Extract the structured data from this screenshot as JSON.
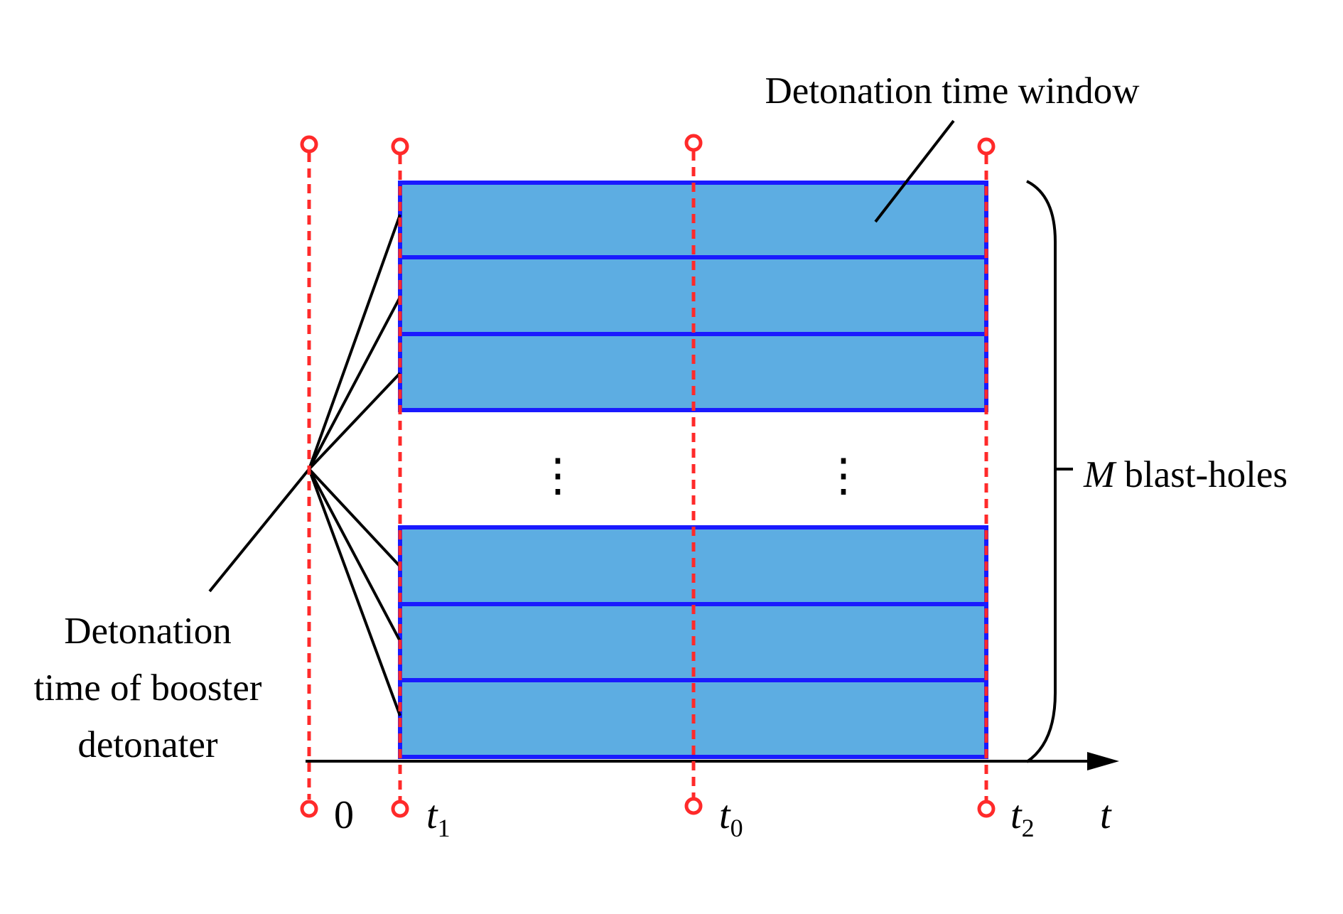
{
  "labels": {
    "window": "Detonation time window",
    "booster": [
      "Detonation",
      "time of booster",
      "detonater"
    ],
    "holes_var": "M",
    "holes_text": " blast-holes",
    "axis_var": "t",
    "dots": "⋮"
  },
  "ticks": [
    {
      "main": "0",
      "sub": ""
    },
    {
      "main": "t",
      "sub": "1"
    },
    {
      "main": "t",
      "sub": "0"
    },
    {
      "main": "t",
      "sub": "2"
    }
  ],
  "colors": {
    "bar_fill": "#5dade2",
    "bar_border": "#1a1aff",
    "marker": "#ff2a2a",
    "line": "#000000"
  },
  "rows_shown": {
    "above_ellipsis": 3,
    "below_ellipsis": 3
  }
}
